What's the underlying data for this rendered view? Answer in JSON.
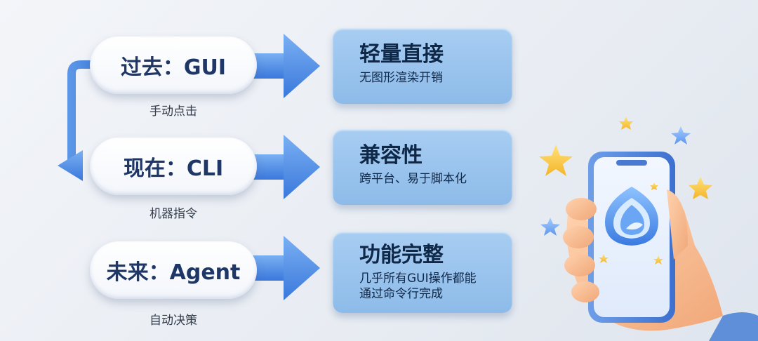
{
  "eras": [
    {
      "label": "过去：GUI",
      "caption": "手动点击"
    },
    {
      "label": "现在：CLI",
      "caption": "机器指令"
    },
    {
      "label": "未来：Agent",
      "caption": "自动决策"
    }
  ],
  "benefits": [
    {
      "title": "轻量直接",
      "desc": "无图形渲染开销"
    },
    {
      "title": "兼容性",
      "desc": "跨平台、易于脚本化"
    },
    {
      "title": "功能完整",
      "desc": "几乎所有GUI操作都能",
      "desc2": "通过命令行完成"
    }
  ],
  "colors": {
    "accent": "#3f83e3",
    "pill_text": "#1f3766",
    "card_fill": "#9cc5ee",
    "card_text": "#102848"
  },
  "icons": [
    "arrow-right-icon",
    "phone-icon",
    "hand-icon",
    "star-icon",
    "app-logo-icon"
  ]
}
